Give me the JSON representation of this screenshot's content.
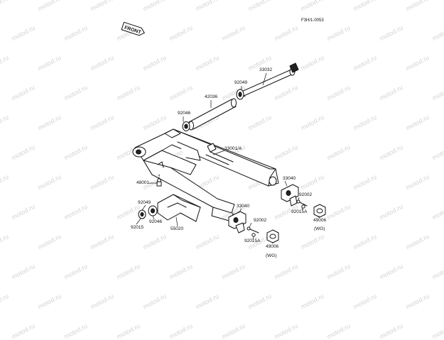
{
  "drawing_code": "F3H/1-0053",
  "front_label": "FRONT",
  "watermark": "motod.ru",
  "parts": {
    "p33032": "33032",
    "p92049_top": "92049",
    "p42036": "42036",
    "p92046_top": "92046",
    "p33001": "33001/A",
    "p48001": "48001",
    "p33040_right": "33040",
    "p92002_right": "92002",
    "p92015a_right": "92015A",
    "p49006_right": "49006",
    "wg_right": "(WG)",
    "p92049_low": "92049",
    "p92046_low": "92046",
    "p92015": "92015",
    "p55020": "55020",
    "p33040_mid": "33040",
    "p92002_mid": "92002",
    "p92015a_mid": "92015A",
    "p49006_mid": "49006",
    "wg_mid": "(WG)"
  },
  "colors": {
    "line": "#111111",
    "watermark": "#d3d3d3",
    "background": "#ffffff"
  }
}
